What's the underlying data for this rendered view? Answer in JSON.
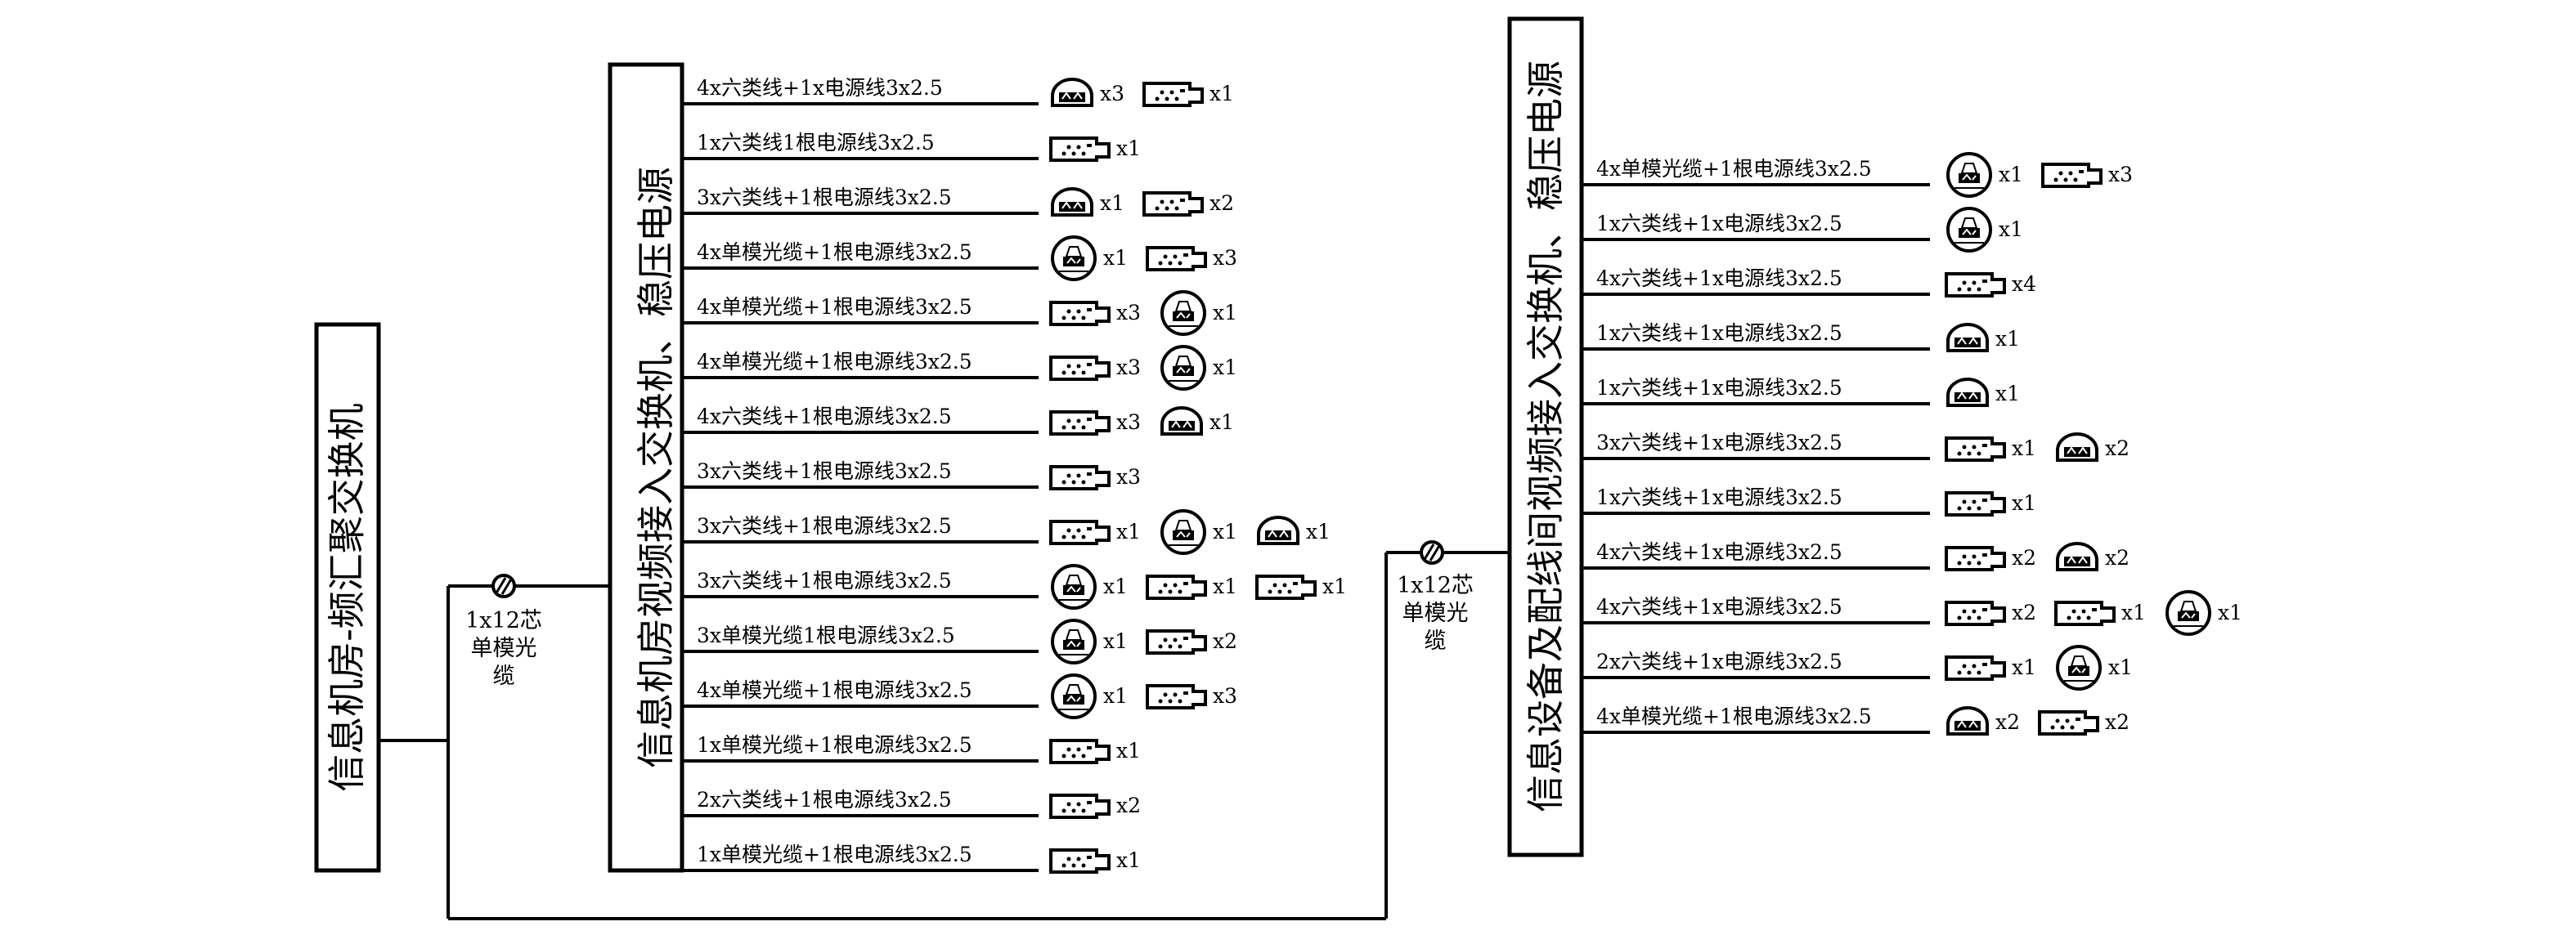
{
  "main_switch": {
    "title": "信息机房-频汇聚交换机"
  },
  "cable_links": [
    {
      "lines": [
        "1x12芯",
        "单模光",
        "缆"
      ]
    },
    {
      "lines": [
        "1x12芯",
        "单模光",
        "缆"
      ]
    }
  ],
  "panels": [
    {
      "title": "信息机房视频接入交换机、稳压电源",
      "rows": [
        {
          "label": "4x六类线+1x电源线3x2.5",
          "devices": [
            {
              "type": "dome",
              "count": "x3"
            },
            {
              "type": "bullet",
              "count": "x1"
            }
          ]
        },
        {
          "label": "1x六类线1根电源线3x2.5",
          "devices": [
            {
              "type": "bullet",
              "count": "x1"
            }
          ]
        },
        {
          "label": "3x六类线+1根电源线3x2.5",
          "devices": [
            {
              "type": "dome",
              "count": "x1"
            },
            {
              "type": "bullet",
              "count": "x2"
            }
          ]
        },
        {
          "label": "4x单模光缆+1根电源线3x2.5",
          "devices": [
            {
              "type": "ptz",
              "count": "x1"
            },
            {
              "type": "bullet",
              "count": "x3"
            }
          ]
        },
        {
          "label": "4x单模光缆+1根电源线3x2.5",
          "devices": [
            {
              "type": "bullet",
              "count": "x3"
            },
            {
              "type": "ptz",
              "count": "x1"
            }
          ]
        },
        {
          "label": "4x单模光缆+1根电源线3x2.5",
          "devices": [
            {
              "type": "bullet",
              "count": "x3"
            },
            {
              "type": "ptz",
              "count": "x1"
            }
          ]
        },
        {
          "label": "4x六类线+1根电源线3x2.5",
          "devices": [
            {
              "type": "bullet",
              "count": "x3"
            },
            {
              "type": "dome",
              "count": "x1"
            }
          ]
        },
        {
          "label": "3x六类线+1根电源线3x2.5",
          "devices": [
            {
              "type": "bullet",
              "count": "x3"
            }
          ]
        },
        {
          "label": "3x六类线+1根电源线3x2.5",
          "devices": [
            {
              "type": "bullet",
              "count": "x1"
            },
            {
              "type": "ptz",
              "count": "x1"
            },
            {
              "type": "dome",
              "count": "x1"
            }
          ]
        },
        {
          "label": "3x六类线+1根电源线3x2.5",
          "devices": [
            {
              "type": "ptz",
              "count": "x1"
            },
            {
              "type": "bullet",
              "count": "x1"
            },
            {
              "type": "bullet",
              "count": "x1"
            }
          ]
        },
        {
          "label": "3x单模光缆1根电源线3x2.5",
          "devices": [
            {
              "type": "ptz",
              "count": "x1"
            },
            {
              "type": "bullet",
              "count": "x2"
            }
          ]
        },
        {
          "label": "4x单模光缆+1根电源线3x2.5",
          "devices": [
            {
              "type": "ptz",
              "count": "x1"
            },
            {
              "type": "bullet",
              "count": "x3"
            }
          ]
        },
        {
          "label": "1x单模光缆+1根电源线3x2.5",
          "devices": [
            {
              "type": "bullet",
              "count": "x1"
            }
          ]
        },
        {
          "label": "2x六类线+1根电源线3x2.5",
          "devices": [
            {
              "type": "bullet",
              "count": "x2"
            }
          ]
        },
        {
          "label": "1x单模光缆+1根电源线3x2.5",
          "devices": [
            {
              "type": "bullet",
              "count": "x1"
            }
          ]
        }
      ]
    },
    {
      "title": "信息设备及配线间视频接入交换机、稳压电源",
      "rows": [
        {
          "label": "4x单模光缆+1根电源线3x2.5",
          "devices": [
            {
              "type": "ptz",
              "count": "x1"
            },
            {
              "type": "bullet",
              "count": "x3"
            }
          ]
        },
        {
          "label": "1x六类线+1x电源线3x2.5",
          "devices": [
            {
              "type": "ptz",
              "count": "x1"
            }
          ]
        },
        {
          "label": "4x六类线+1x电源线3x2.5",
          "devices": [
            {
              "type": "bullet",
              "count": "x4"
            }
          ]
        },
        {
          "label": "1x六类线+1x电源线3x2.5",
          "devices": [
            {
              "type": "dome",
              "count": "x1"
            }
          ]
        },
        {
          "label": "1x六类线+1x电源线3x2.5",
          "devices": [
            {
              "type": "dome",
              "count": "x1"
            }
          ]
        },
        {
          "label": "3x六类线+1x电源线3x2.5",
          "devices": [
            {
              "type": "bullet",
              "count": "x1"
            },
            {
              "type": "dome",
              "count": "x2"
            }
          ]
        },
        {
          "label": "1x六类线+1x电源线3x2.5",
          "devices": [
            {
              "type": "bullet",
              "count": "x1"
            }
          ]
        },
        {
          "label": "4x六类线+1x电源线3x2.5",
          "devices": [
            {
              "type": "bullet",
              "count": "x2"
            },
            {
              "type": "dome",
              "count": "x2"
            }
          ]
        },
        {
          "label": "4x六类线+1x电源线3x2.5",
          "devices": [
            {
              "type": "bullet",
              "count": "x2"
            },
            {
              "type": "bullet",
              "count": "x1"
            },
            {
              "type": "ptz",
              "count": "x1"
            }
          ]
        },
        {
          "label": "2x六类线+1x电源线3x2.5",
          "devices": [
            {
              "type": "bullet",
              "count": "x1"
            },
            {
              "type": "ptz",
              "count": "x1"
            }
          ]
        },
        {
          "label": "4x单模光缆+1根电源线3x2.5",
          "devices": [
            {
              "type": "dome",
              "count": "x2"
            },
            {
              "type": "bullet",
              "count": "x2"
            }
          ]
        }
      ]
    }
  ]
}
